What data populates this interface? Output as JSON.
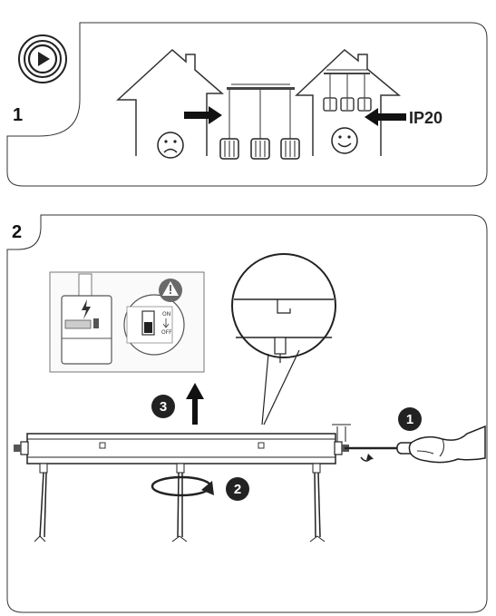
{
  "panels": [
    {
      "step": "1",
      "ip_rating": "IP20"
    },
    {
      "step": "2",
      "switch_label": "OFF",
      "callouts": [
        "1",
        "2",
        "3"
      ]
    }
  ]
}
